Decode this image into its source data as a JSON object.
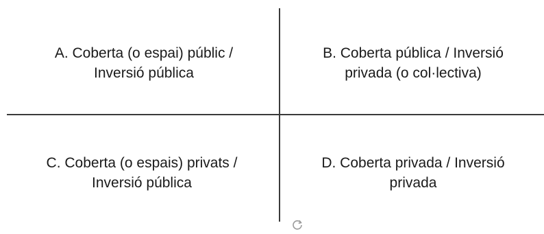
{
  "quadrants": {
    "a": {
      "line1": "A. Coberta (o espai) públic /",
      "line2": "Inversió pública"
    },
    "b": {
      "line1": "B. Coberta pública / Inversió",
      "line2": "privada (o col·lectiva)"
    },
    "c": {
      "line1": "C. Coberta (o espais) privats /",
      "line2": "Inversió pública"
    },
    "d": {
      "line1": "D. Coberta privada / Inversió",
      "line2": "privada"
    }
  },
  "icons": {
    "rotate_handle": "rotate-icon"
  },
  "colors": {
    "axis": "#3a3a3a",
    "text": "#1a1a1a",
    "handle": "#9a9a9a"
  }
}
